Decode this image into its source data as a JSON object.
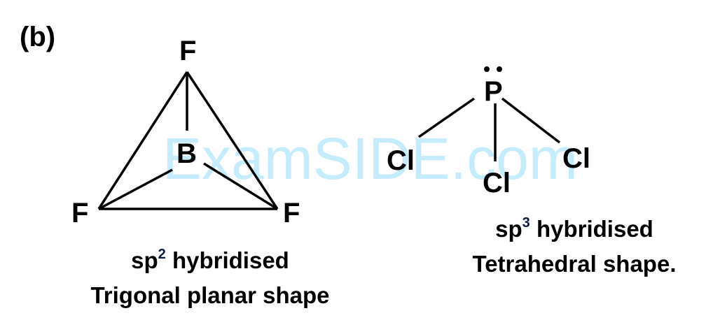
{
  "panel_label": "(b)",
  "watermark": "ExamSIDE.com",
  "colors": {
    "text": "#000000",
    "bonds": "#000000",
    "watermark": "#c4ecfc",
    "background": "#ffffff"
  },
  "molecules": [
    {
      "name": "BF3",
      "central_atom": "B",
      "ligands": [
        "F",
        "F",
        "F"
      ],
      "lone_pairs_on_central": 0,
      "caption": {
        "hybridisation_prefix": "sp",
        "hybridisation_superscript": "2",
        "hybridisation_suffix": "hybridised",
        "shape": "Trigonal planar shape"
      }
    },
    {
      "name": "PCl3",
      "central_atom": "P",
      "lone_pair_symbol": "••",
      "ligands": [
        "Cl",
        "Cl",
        "Cl"
      ],
      "lone_pairs_on_central": 1,
      "caption": {
        "hybridisation_prefix": "sp",
        "hybridisation_superscript": "3",
        "hybridisation_suffix": "hybridised",
        "shape": "Tetrahedral shape."
      }
    }
  ]
}
